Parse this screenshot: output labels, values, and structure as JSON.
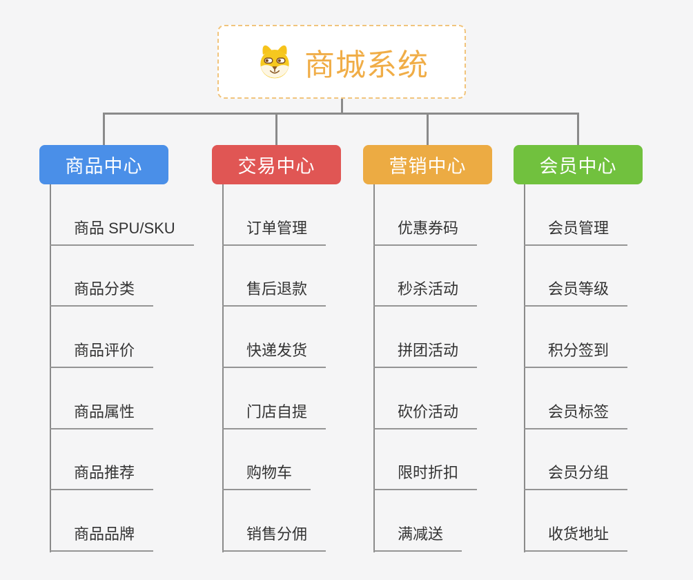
{
  "root": {
    "title": "商城系统",
    "icon": "dog-icon"
  },
  "branches": [
    {
      "label": "商品中心",
      "color": "#4a8fe8",
      "items": [
        "商品 SPU/SKU",
        "商品分类",
        "商品评价",
        "商品属性",
        "商品推荐",
        "商品品牌"
      ]
    },
    {
      "label": "交易中心",
      "color": "#e05654",
      "items": [
        "订单管理",
        "售后退款",
        "快递发货",
        "门店自提",
        "购物车",
        "销售分佣"
      ]
    },
    {
      "label": "营销中心",
      "color": "#ecab43",
      "items": [
        "优惠券码",
        "秒杀活动",
        "拼团活动",
        "砍价活动",
        "限时折扣",
        "满减送"
      ]
    },
    {
      "label": "会员中心",
      "color": "#71c13e",
      "items": [
        "会员管理",
        "会员等级",
        "积分签到",
        "会员标签",
        "会员分组",
        "收货地址"
      ]
    }
  ],
  "colors": {
    "background": "#f5f5f6",
    "connector": "#8a8a8a",
    "underline": "#949494",
    "root_border": "#f1c47c",
    "root_text": "#f0ad47",
    "leaf_text": "#333333",
    "branch_text": "#ffffff"
  }
}
